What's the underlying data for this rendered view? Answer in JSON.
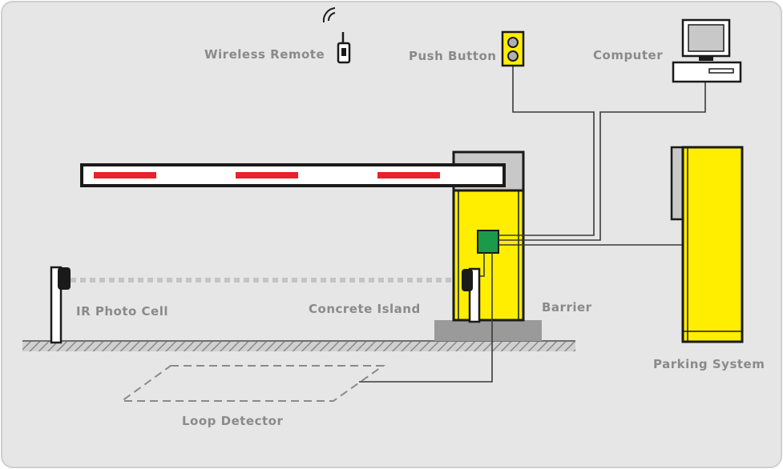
{
  "labels": {
    "wireless_remote": "Wireless Remote",
    "push_button": "Push Button",
    "computer": "Computer",
    "ir_photo_cell": "IR Photo Cell",
    "concrete_island": "Concrete Island",
    "barrier": "Barrier",
    "parking_system": "Parking System",
    "loop_detector": "Loop Detector"
  },
  "colors": {
    "panel_background": "#e6e6e6",
    "housing_yellow": "#ffee00",
    "boom_stripe_red": "#e8212c",
    "controller_green": "#1b9a4a",
    "outline": "#1a1a1a",
    "housing_gray": "#c8c8c8",
    "ground_hatch": "#8a8a8a",
    "label_gray": "#8a8a8a"
  }
}
